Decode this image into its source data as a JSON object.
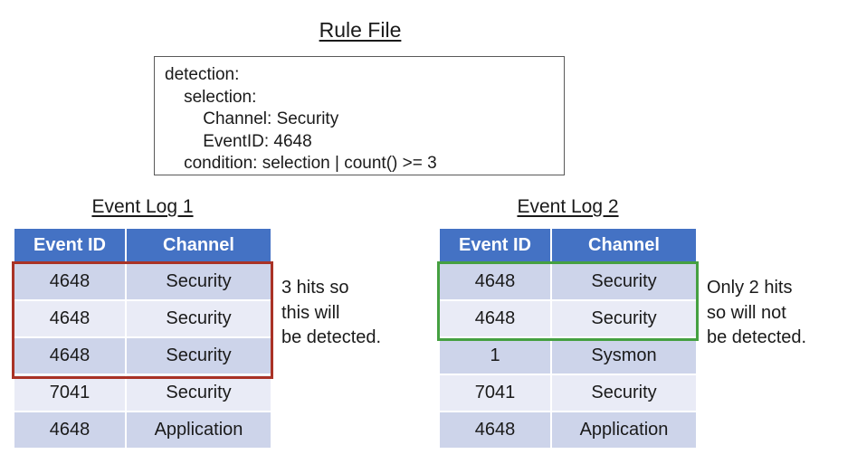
{
  "rule_file": {
    "title": "Rule File",
    "lines": [
      "detection:",
      "    selection:",
      "        Channel: Security",
      "        EventID: 4648",
      "    condition: selection | count() >= 3"
    ]
  },
  "tables": [
    {
      "title": "Event Log 1",
      "headers": [
        "Event ID",
        "Channel"
      ],
      "rows": [
        [
          "4648",
          "Security"
        ],
        [
          "4648",
          "Security"
        ],
        [
          "4648",
          "Security"
        ],
        [
          "7041",
          "Security"
        ],
        [
          "4648",
          "Application"
        ]
      ],
      "highlight": {
        "rows": [
          0,
          1,
          2
        ],
        "color": "#A93226"
      },
      "annotation_lines": [
        "3 hits so",
        "this will",
        "be detected."
      ]
    },
    {
      "title": "Event Log 2",
      "headers": [
        "Event ID",
        "Channel"
      ],
      "rows": [
        [
          "4648",
          "Security"
        ],
        [
          "4648",
          "Security"
        ],
        [
          "1",
          "Sysmon"
        ],
        [
          "7041",
          "Security"
        ],
        [
          "4648",
          "Application"
        ]
      ],
      "highlight": {
        "rows": [
          0,
          1
        ],
        "color": "#45A041"
      },
      "annotation_lines": [
        "Only 2 hits",
        "so will not",
        "be detected."
      ]
    }
  ],
  "colors": {
    "header_bg": "#4472C4",
    "header_text": "#FFFFFF",
    "row_dark": "#CDD4EA",
    "row_light": "#E9EBF6",
    "highlight_red": "#A93226",
    "highlight_green": "#45A041",
    "box_border": "#595959",
    "text": "#1A1A1A"
  }
}
